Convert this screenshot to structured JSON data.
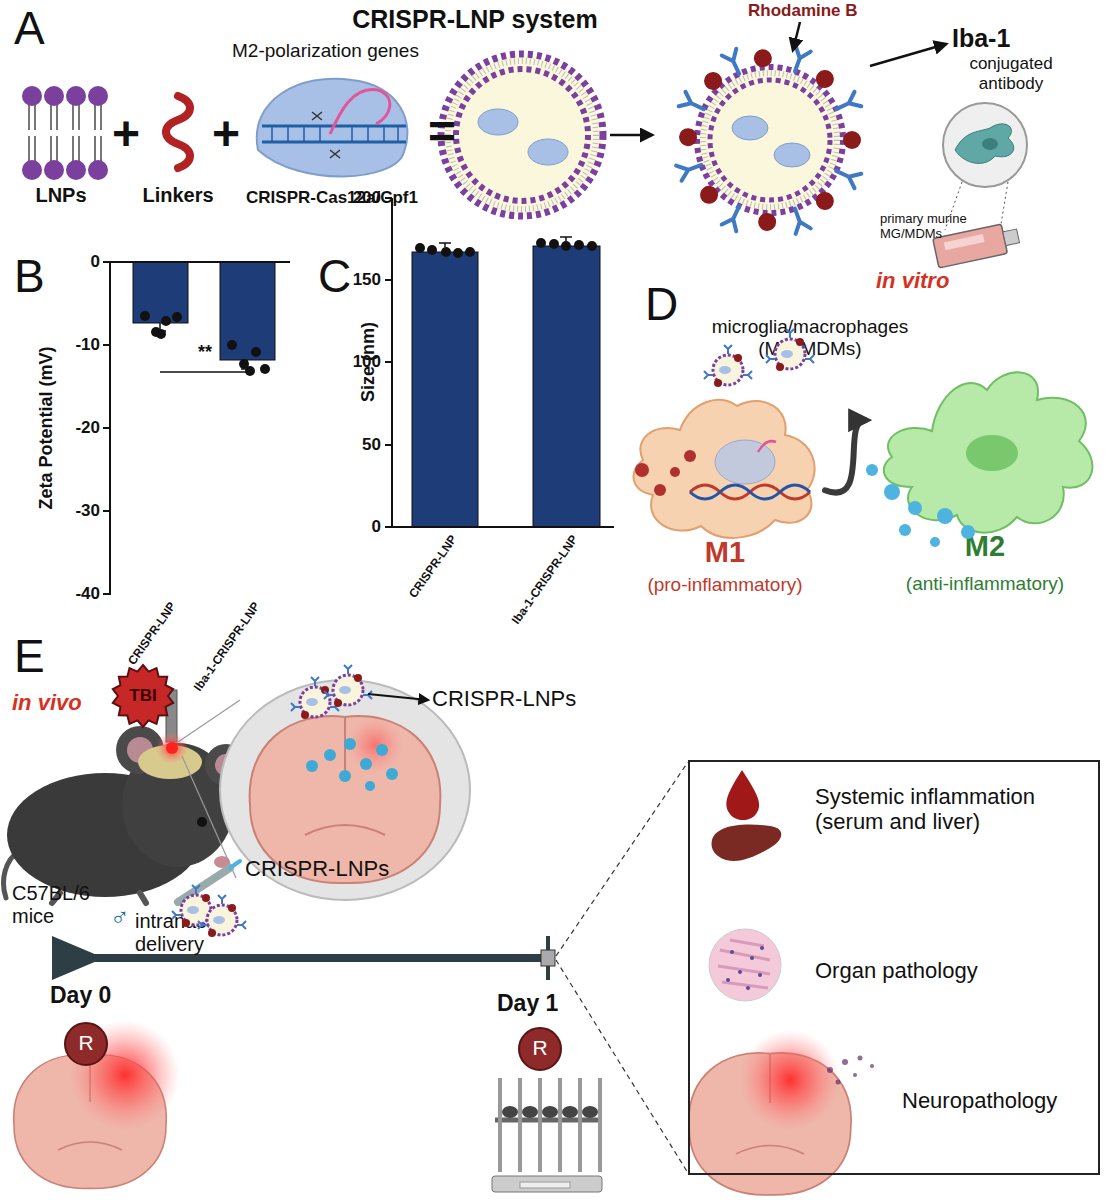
{
  "diagram": {
    "title": "CRISPR-LNP system",
    "nodes": [
      {
        "text": [
          "M1",
          "(pro-inflammatory)"
        ]
      },
      {
        "text": [
          "M2",
          "(anti-inflammatory)"
        ]
      },
      {
        "text": [
          "TBI"
        ]
      },
      {
        "text": [
          "R"
        ]
      },
      {
        "text": [
          "R"
        ]
      },
      {
        "text": [
          "Systemic inflammation (serum and liver)",
          "Organ pathology",
          "Neuropathology"
        ]
      }
    ],
    "edges": [
      {
        "from": 0,
        "to": 1,
        "arrow": "to"
      }
    ],
    "labels": [
      "A",
      "M2-polarization genes",
      "LNPs",
      "+",
      "Linkers",
      "+",
      "CRISPR-Cas12a/Cpf1",
      "=",
      "Rhodamine B",
      "Iba-1",
      "conjugated antibody",
      "primary murine MG/MDMs",
      "in vitro",
      "B",
      "Zeta Potential (mV)",
      "0",
      "-10",
      "-20",
      "-30",
      "-40",
      "**",
      "CRISPR-LNP",
      "Iba-1-CRISPR-LNP",
      "C",
      "Size (nm)",
      "200",
      "150",
      "100",
      "50",
      "0",
      "CRISPR-LNP",
      "Iba-1-CRISPR-LNP",
      "D",
      "microglia/macrophages (MG/MDMs)",
      "E",
      "in vivo",
      "CRISPR-LNPs",
      "CRISPR-LNPs",
      "C57BL/6 mice",
      "♂",
      "intranasal delivery",
      "Day 0",
      "Day 1"
    ]
  }
}
